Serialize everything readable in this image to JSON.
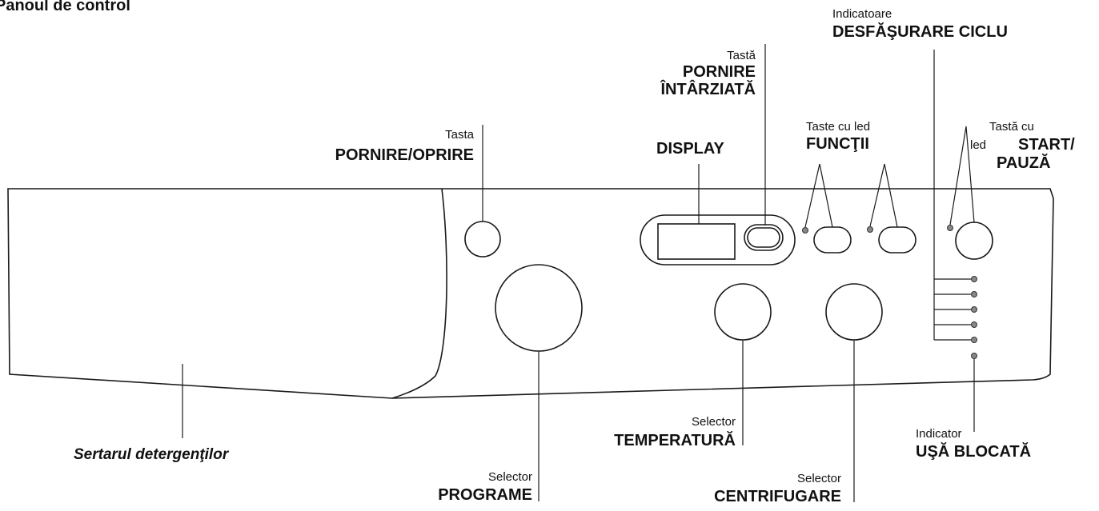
{
  "title": "Panoul de control",
  "labels": {
    "power": {
      "small": "Tasta",
      "big": "PORNIRE/OPRIRE"
    },
    "display": {
      "big": "DISPLAY"
    },
    "delay": {
      "small": "Tastă",
      "big1": "PORNIRE",
      "big2": "ÎNTÂRZIATĂ"
    },
    "functions": {
      "small": "Taste cu led",
      "big": "FUNCŢII"
    },
    "cycle": {
      "small": "Indicatoare",
      "big": "DESFĂŞURARE CICLU"
    },
    "startpause": {
      "small1": "Tastă  cu",
      "small2": "led",
      "big1": "START/",
      "big2": "PAUZĂ"
    },
    "drawer": {
      "text": "Sertarul detergenţilor"
    },
    "programs": {
      "small": "Selector",
      "big": "PROGRAME"
    },
    "temperature": {
      "small": "Selector",
      "big": "TEMPERATURĂ"
    },
    "spin": {
      "small": "Selector",
      "big": "CENTRIFUGARE"
    },
    "doorlock": {
      "small": "Indicator",
      "big": "UŞĂ BLOCATĂ"
    }
  },
  "colors": {
    "stroke": "#1a1a1a",
    "led": "#888888"
  }
}
